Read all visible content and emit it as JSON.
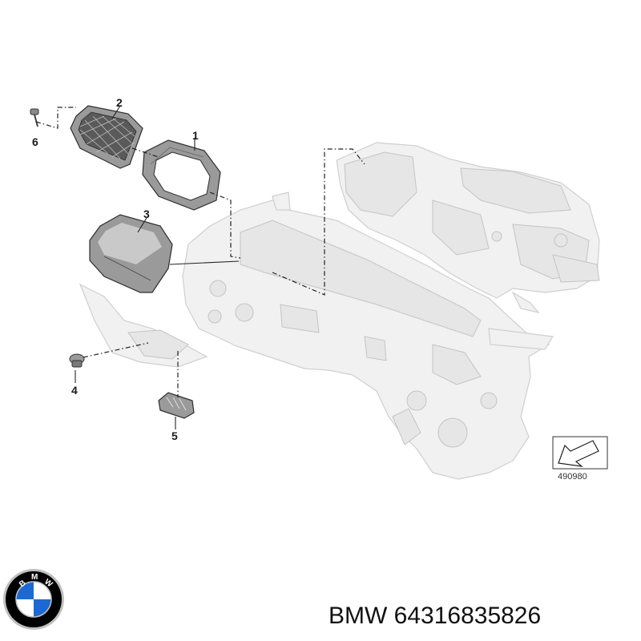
{
  "callouts": [
    {
      "id": "1",
      "label": "1"
    },
    {
      "id": "2",
      "label": "2"
    },
    {
      "id": "3",
      "label": "3"
    },
    {
      "id": "4",
      "label": "4"
    },
    {
      "id": "5",
      "label": "5"
    },
    {
      "id": "6",
      "label": "6"
    }
  ],
  "reference_code": "490980",
  "brand": {
    "logo_letters": "BMW",
    "logo_colors": {
      "blue": "#1c69d4",
      "black": "#000000",
      "white": "#ffffff",
      "ring": "#c0c0c0"
    }
  },
  "footer": {
    "text": "BMW 64316835826"
  }
}
